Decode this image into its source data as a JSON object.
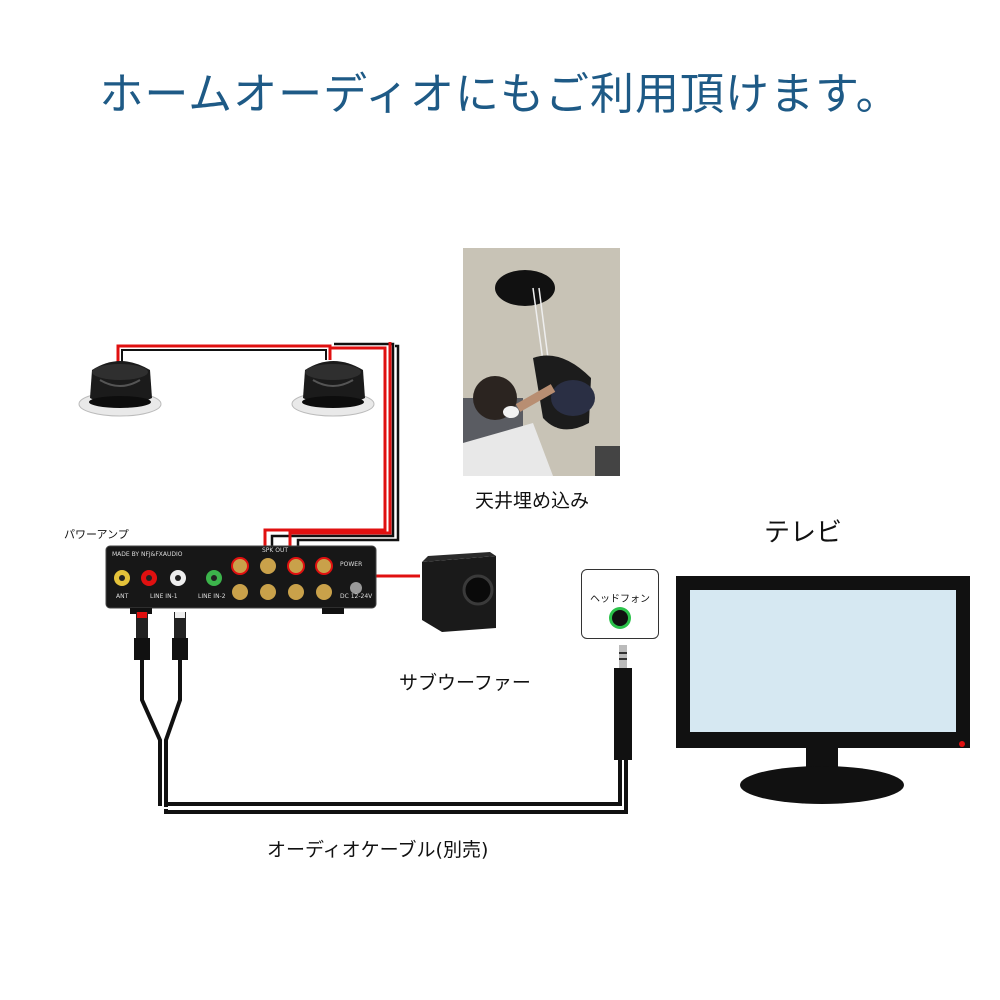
{
  "title": "ホームオーディオにもご利用頂けます。",
  "labels": {
    "ceiling": "天井埋め込み",
    "tv": "テレビ",
    "amp": "パワーアンプ",
    "subwoofer": "サブウーファー",
    "headphone": "ヘッドフォン",
    "cable": "オーディオケーブル(別売)"
  },
  "amp_panel": {
    "brand": "MADE BY NFJ&FXAUDIO",
    "ant": "ANT",
    "line_in_1": "LINE IN-1",
    "line_in_2": "LINE IN-2",
    "spk_out": "SPK OUT",
    "power": "POWER",
    "dc": "DC 12-24V"
  },
  "colors": {
    "title": "#1e5a86",
    "wire_red": "#e01010",
    "wire_black": "#111111",
    "jack_green": "#2bc24a",
    "screen": "#d6e8f2"
  }
}
